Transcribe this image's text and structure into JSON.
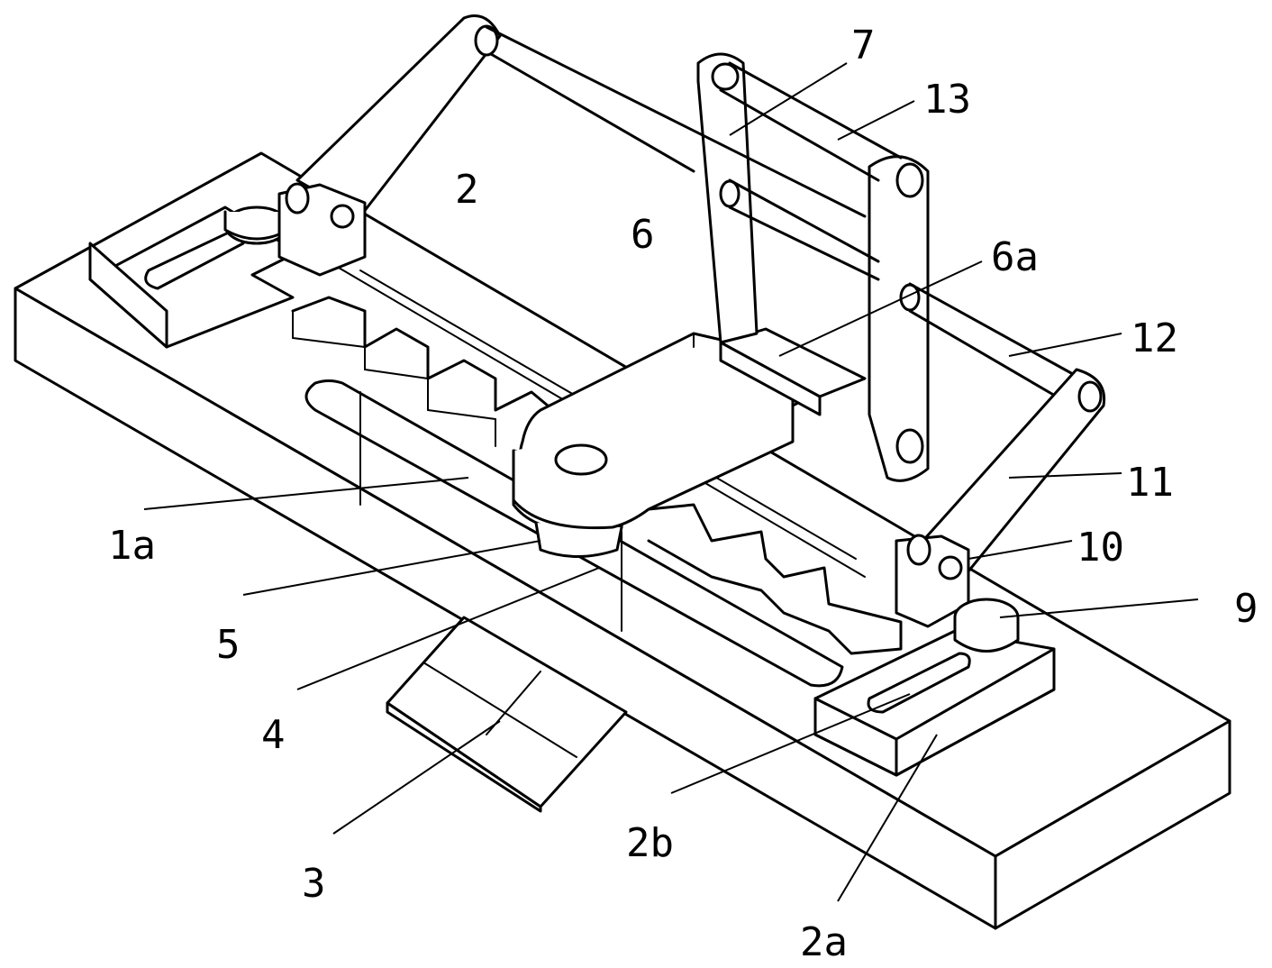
{
  "labels": {
    "l7": "7",
    "l13": "13",
    "l2": "2",
    "l6": "6",
    "l6a": "6a",
    "l12": "12",
    "l11": "11",
    "l10": "10",
    "l9": "9",
    "l1a": "1a",
    "l5": "5",
    "l4": "4",
    "l3": "3",
    "l2b": "2b",
    "l2a": "2a"
  }
}
